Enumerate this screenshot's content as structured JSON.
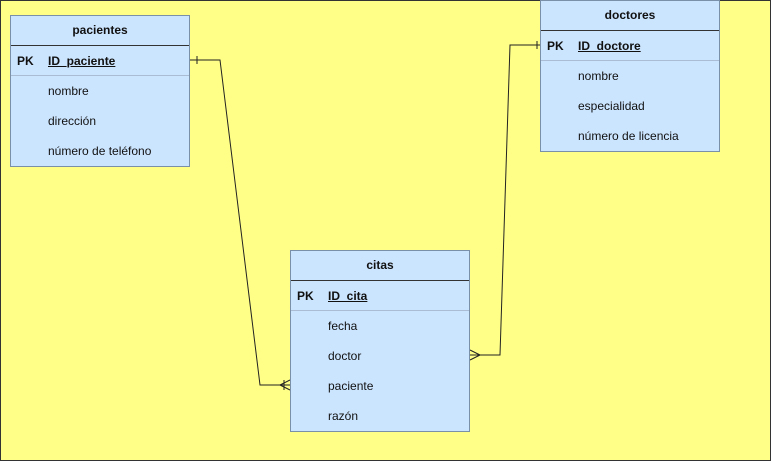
{
  "entities": {
    "pacientes": {
      "name": "pacientes",
      "pk_label": "PK",
      "pk_field": "ID_paciente",
      "fields": [
        "nombre",
        "dirección",
        "número de teléfono"
      ]
    },
    "doctores": {
      "name": "doctores",
      "pk_label": "PK",
      "pk_field": "ID_doctore",
      "fields": [
        "nombre",
        "especialidad",
        "número de licencia"
      ]
    },
    "citas": {
      "name": "citas",
      "pk_label": "PK",
      "pk_field": "ID_cita",
      "fields": [
        "fecha",
        "doctor",
        "paciente",
        "razón"
      ]
    }
  },
  "relationships": [
    {
      "from": "pacientes",
      "to": "citas",
      "from_cardinality": "one",
      "to_cardinality": "many"
    },
    {
      "from": "doctores",
      "to": "citas",
      "from_cardinality": "one",
      "to_cardinality": "many"
    }
  ]
}
